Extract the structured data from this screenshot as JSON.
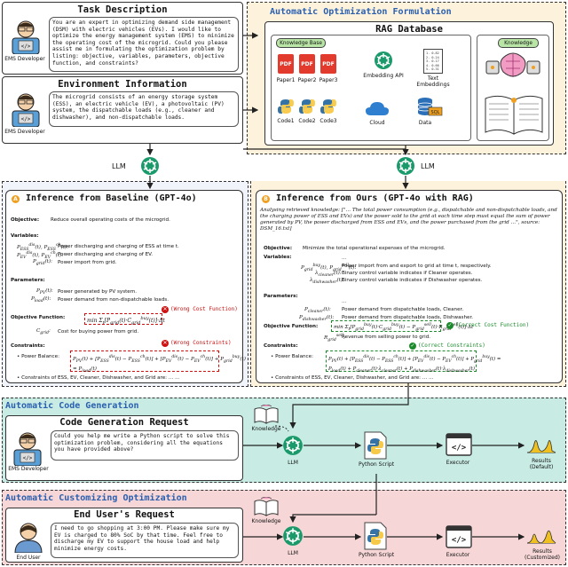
{
  "sections": {
    "opt_formulation": "Automatic Optimization Formulation",
    "code_generation": "Automatic Code Generation",
    "customizing": "Automatic Customizing Optimization"
  },
  "task": {
    "title": "Task Description",
    "text": "You are an expert in optimizing demand side management (DSM) with electric vehicles (EVs). I would like to optimize the energy management system (EMS) to minimize the operating cost of the microgrid. Could you please assist me in formulating the optimization problem by listing: objective, variables, parameters, objective function, and constraints?",
    "avatar_label": "EMS Developer"
  },
  "env": {
    "title": "Environment Information",
    "text": "The microgrid consists of an energy storage system (ESS), an electric vehicle (EV), a photovoltaic (PV) system, the dispatchable loads (e.g., cleaner and dishwasher), and non-dispatchable loads.",
    "avatar_label": "EMS Developer"
  },
  "rag": {
    "title": "RAG Database",
    "kb_label": "Knowledge Base",
    "knowledge_label": "Knowledge",
    "papers": [
      "Paper1",
      "Paper2",
      "Paper3"
    ],
    "codes": [
      "Code1",
      "Code2",
      "Code3"
    ],
    "embedding_api": "Embedding API",
    "text_embeddings": "Text Embeddings",
    "cloud": "Cloud",
    "data": "Data"
  },
  "llm_label": "LLM",
  "baseline": {
    "badge": "A",
    "title": "Inference from Baseline (GPT-4o)",
    "objective_key": "Objective:",
    "objective": "Reduce overall operating costs of the microgrid.",
    "variables_key": "Variables:",
    "variables": [
      "Power discharging and charging of ESS at time t.",
      "Power discharging and charging of EV.",
      "Power import from grid."
    ],
    "parameters_key": "Parameters:",
    "parameters": [
      "Power generated by PV system.",
      "Power demand from non-dispatchable loads."
    ],
    "objfunc_key": "Objective Function:",
    "wrong_cost": "(Wrong Cost Function)",
    "cost_note": "Cost for buying power from grid.",
    "constraints_key": "Constraints:",
    "wrong_constraints": "(Wrong Constraints)",
    "power_balance": "• Power Balance:",
    "constraints_tail": "• Constraints of ESS, EV, Cleaner, Dishwasher, and Grid are: ...  ..."
  },
  "ours": {
    "badge": "B",
    "title": "Inference from Ours (GPT-4o with RAG)",
    "retrieved": "Analysing retrieved knowledge: [\"… The total power consumption (e.g., dispatchable and non-dispatchable loads, and the charging power of ESS and EVs) and the power sold to the grid at each time step must equal the sum of power generated by PV, the power discharged from ESS and EVs, and the power purchased from the grid …\", source: DSM_16.txt]",
    "objective_key": "Objective:",
    "objective": "Minimize the total operational expenses of the microgrid.",
    "variables_key": "Variables:",
    "variables": [
      "...",
      "Power import from and export to grid at time t, respectively.",
      "Binary control variable indicates if Cleaner operates.",
      "Binary control variable indicates if Dishwasher operates."
    ],
    "parameters_key": "Parameters:",
    "parameters": [
      "...",
      "Power demand from dispatchable loads, Cleaner.",
      "Power demand from dispatchable loads, Dishwasher."
    ],
    "objfunc_key": "Objective Function:",
    "correct_cost": "(Correct Cost Function)",
    "revenue_note": "Revenue from selling power to grid.",
    "constraints_key": "Constraints:",
    "correct_constraints": "(Correct Constraints)",
    "power_balance": "• Power Balance:",
    "constraints_tail": "• Constraints of ESS, EV, Cleaner, Dishwasher, and Grid are: ...  ..."
  },
  "code_req": {
    "title": "Code Generation Request",
    "text": "Could you help me write a Python script to solve this optimization problem, considering all the equations you have provided above?",
    "avatar_label": "EMS Developer"
  },
  "end_user": {
    "title": "End User's Request",
    "text": "I need to go shopping at 3:00 PM. Please make sure my EV is charged to 80% SoC by that time. Feel free to discharge my EV to support the house load and help minimize energy costs.",
    "avatar_label": "End User"
  },
  "pipeline": {
    "knowledge": "Knowledge",
    "llm": "LLM",
    "python": "Python Script",
    "executor": "Executor",
    "results_default": "Results (Default)",
    "results_custom": "Results (Customized)"
  },
  "colors": {
    "section_title": "#2a5fb0",
    "opt_bg": "#fdf3dc",
    "code_bg": "#c8ece4",
    "custom_bg": "#f6d6d6",
    "wrong": "#d01010",
    "correct": "#1a8a2a",
    "badge": "#f0a020",
    "llm_green": "#1a9a6a"
  }
}
